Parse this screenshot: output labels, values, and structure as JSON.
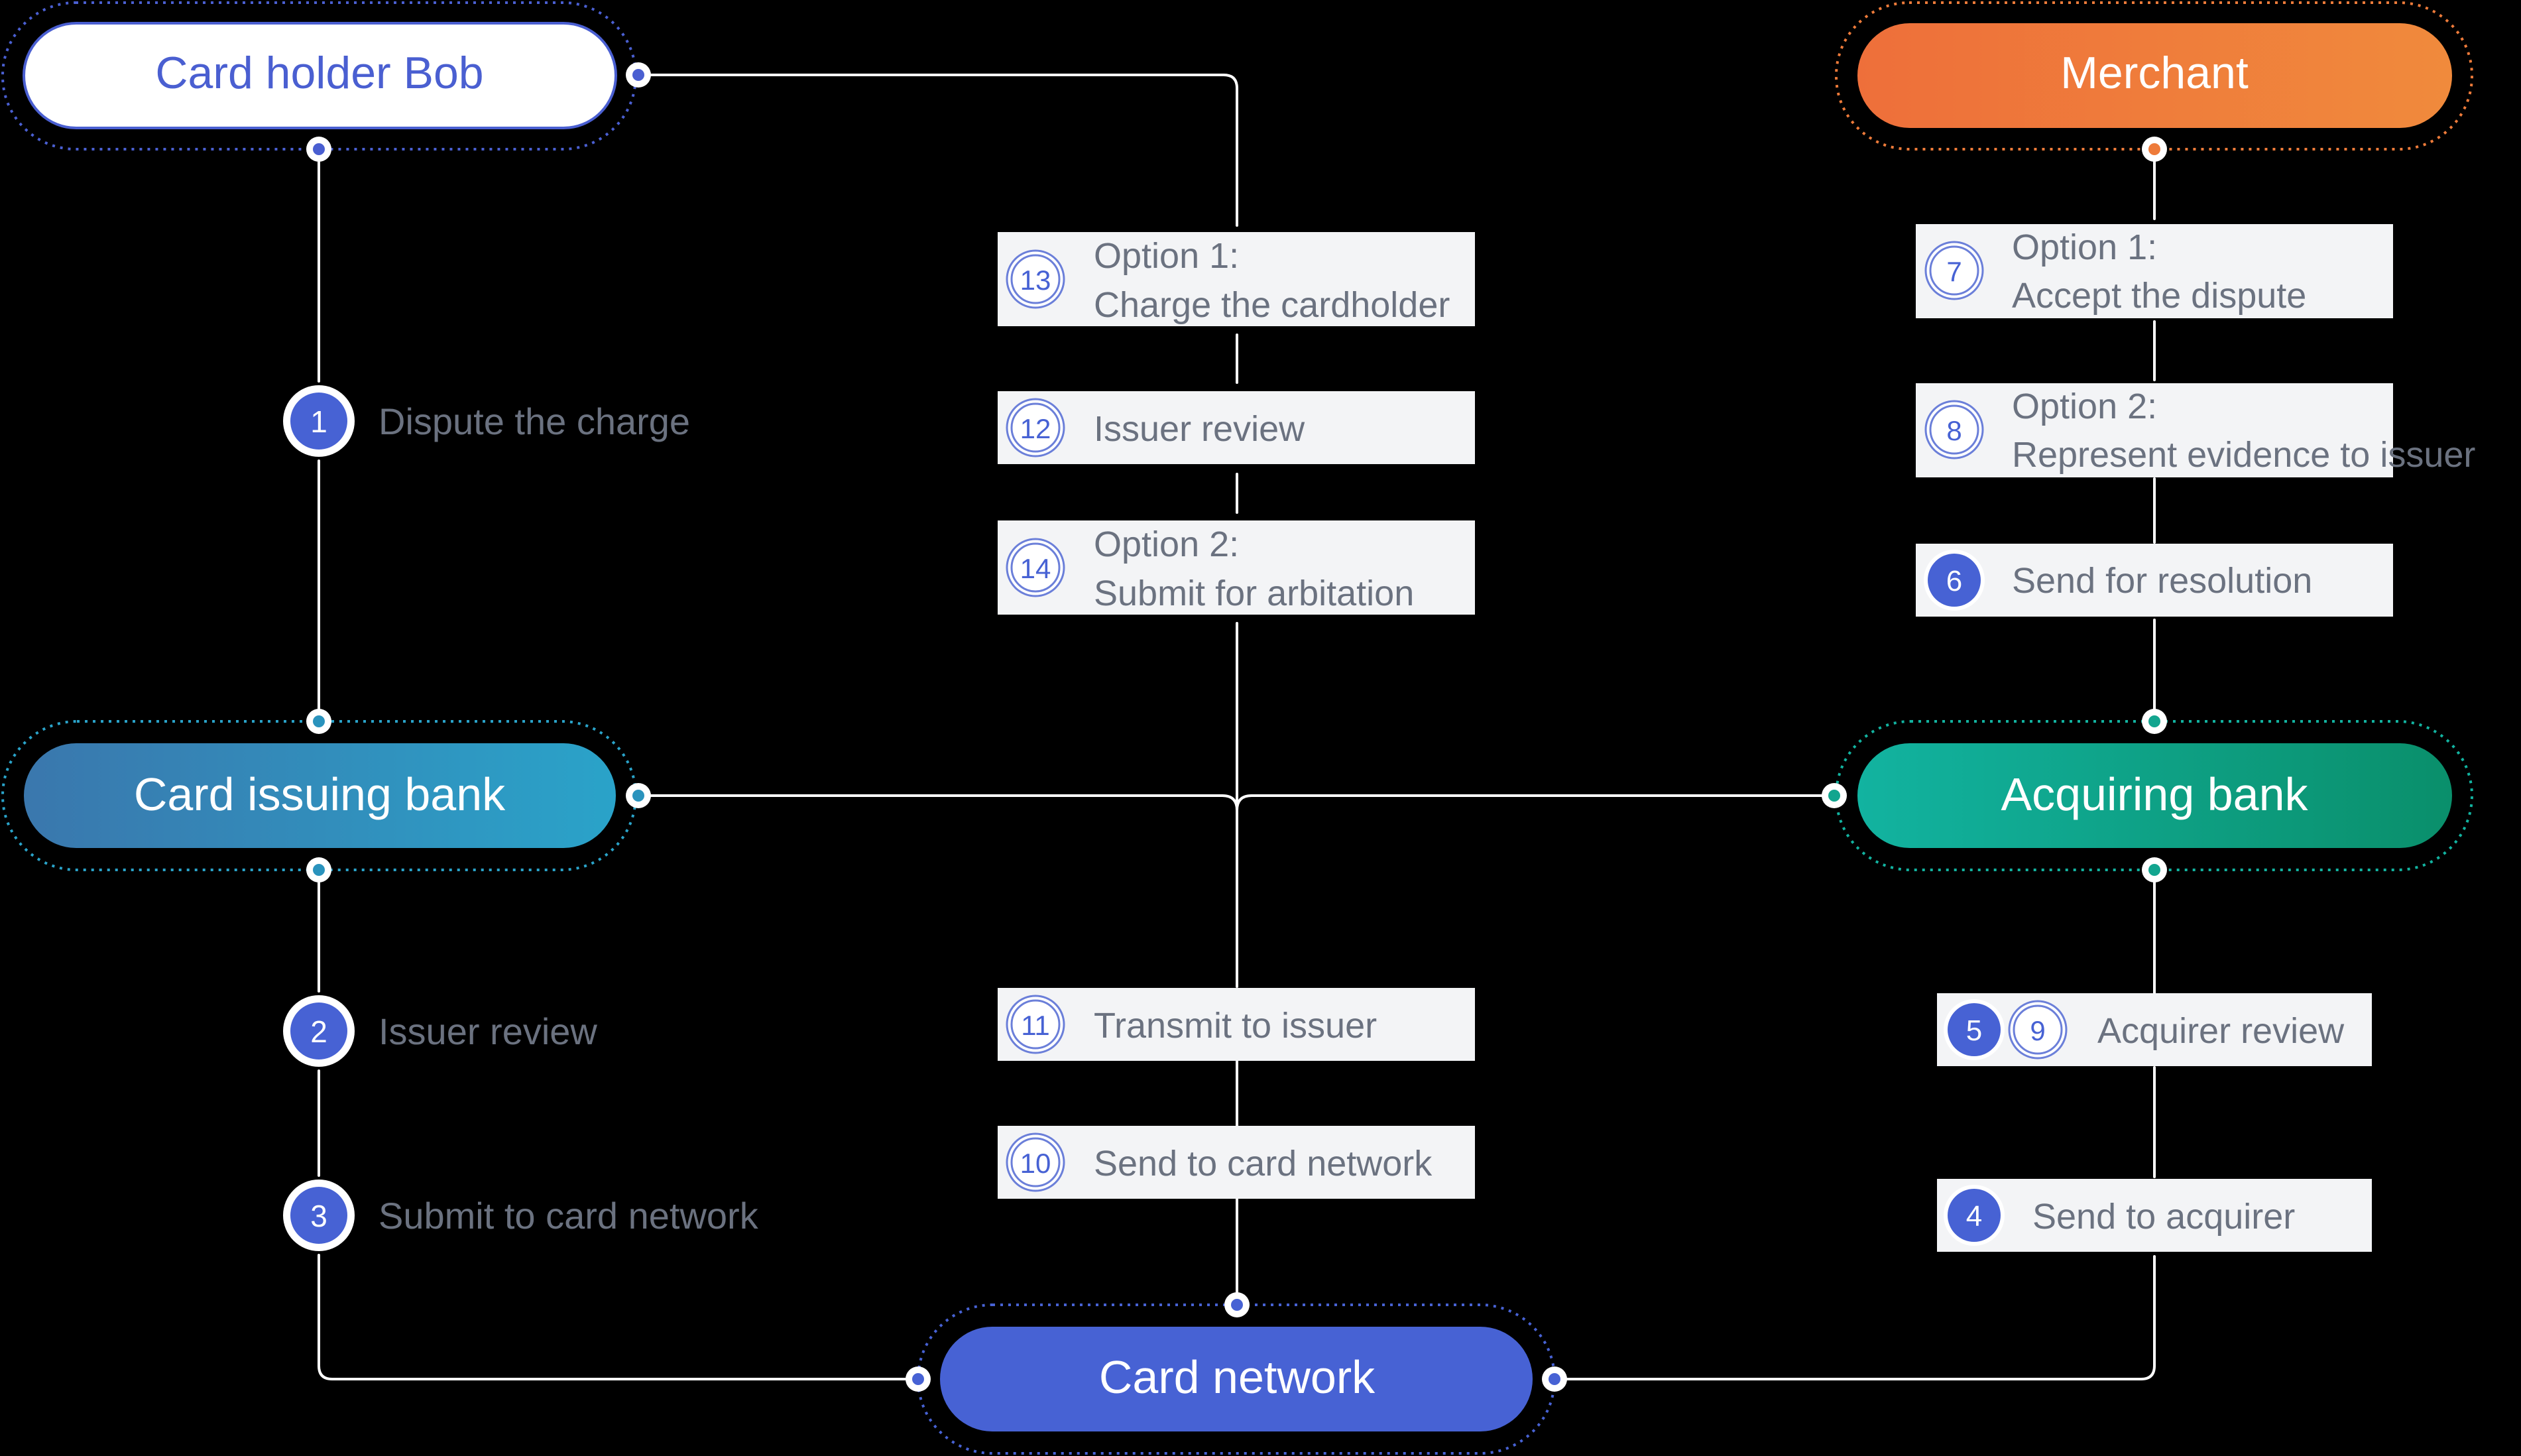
{
  "colors": {
    "background": "#000000",
    "line": "#ffffff",
    "label_text": "#6b7280",
    "step_box": "#f3f4f6",
    "badge_blue": "#4762d4",
    "badge_outline": "#6b7fd9",
    "card_holder_border": "#4a5fd1",
    "card_holder_text": "#4a5fd1",
    "merchant": "#ee7b3a",
    "issuing_bank_from": "#3a77ad",
    "issuing_bank_to": "#2aa3c9",
    "acquiring_bank_from": "#12b3a0",
    "acquiring_bank_to": "#0a8f6b",
    "card_network": "#4762d4"
  },
  "nodes": {
    "card_holder": {
      "label": "Card holder Bob"
    },
    "merchant": {
      "label": "Merchant"
    },
    "issuing_bank": {
      "label": "Card issuing bank"
    },
    "acquiring_bank": {
      "label": "Acquiring bank"
    },
    "card_network": {
      "label": "Card network"
    }
  },
  "left_steps": [
    {
      "num": "1",
      "label": "Dispute the charge"
    },
    {
      "num": "2",
      "label": "Issuer review"
    },
    {
      "num": "3",
      "label": "Submit to card network"
    }
  ],
  "center_steps": [
    {
      "num": "13",
      "line1": "Option 1:",
      "line2": "Charge the cardholder"
    },
    {
      "num": "12",
      "line1": "Issuer review",
      "line2": ""
    },
    {
      "num": "14",
      "line1": "Option 2:",
      "line2": "Submit for arbitation"
    },
    {
      "num": "11",
      "line1": "Transmit to issuer",
      "line2": ""
    },
    {
      "num": "10",
      "line1": "Send to card network",
      "line2": ""
    }
  ],
  "right_steps": [
    {
      "num": "7",
      "line1": "Option 1:",
      "line2": "Accept the dispute"
    },
    {
      "num": "8",
      "line1": "Option 2:",
      "line2": "Represent evidence to issuer"
    },
    {
      "num": "6",
      "line1": "Send for resolution",
      "line2": ""
    },
    {
      "num": "5",
      "num2": "9",
      "line1": "Acquirer review",
      "line2": ""
    },
    {
      "num": "4",
      "line1": "Send to acquirer",
      "line2": ""
    }
  ]
}
